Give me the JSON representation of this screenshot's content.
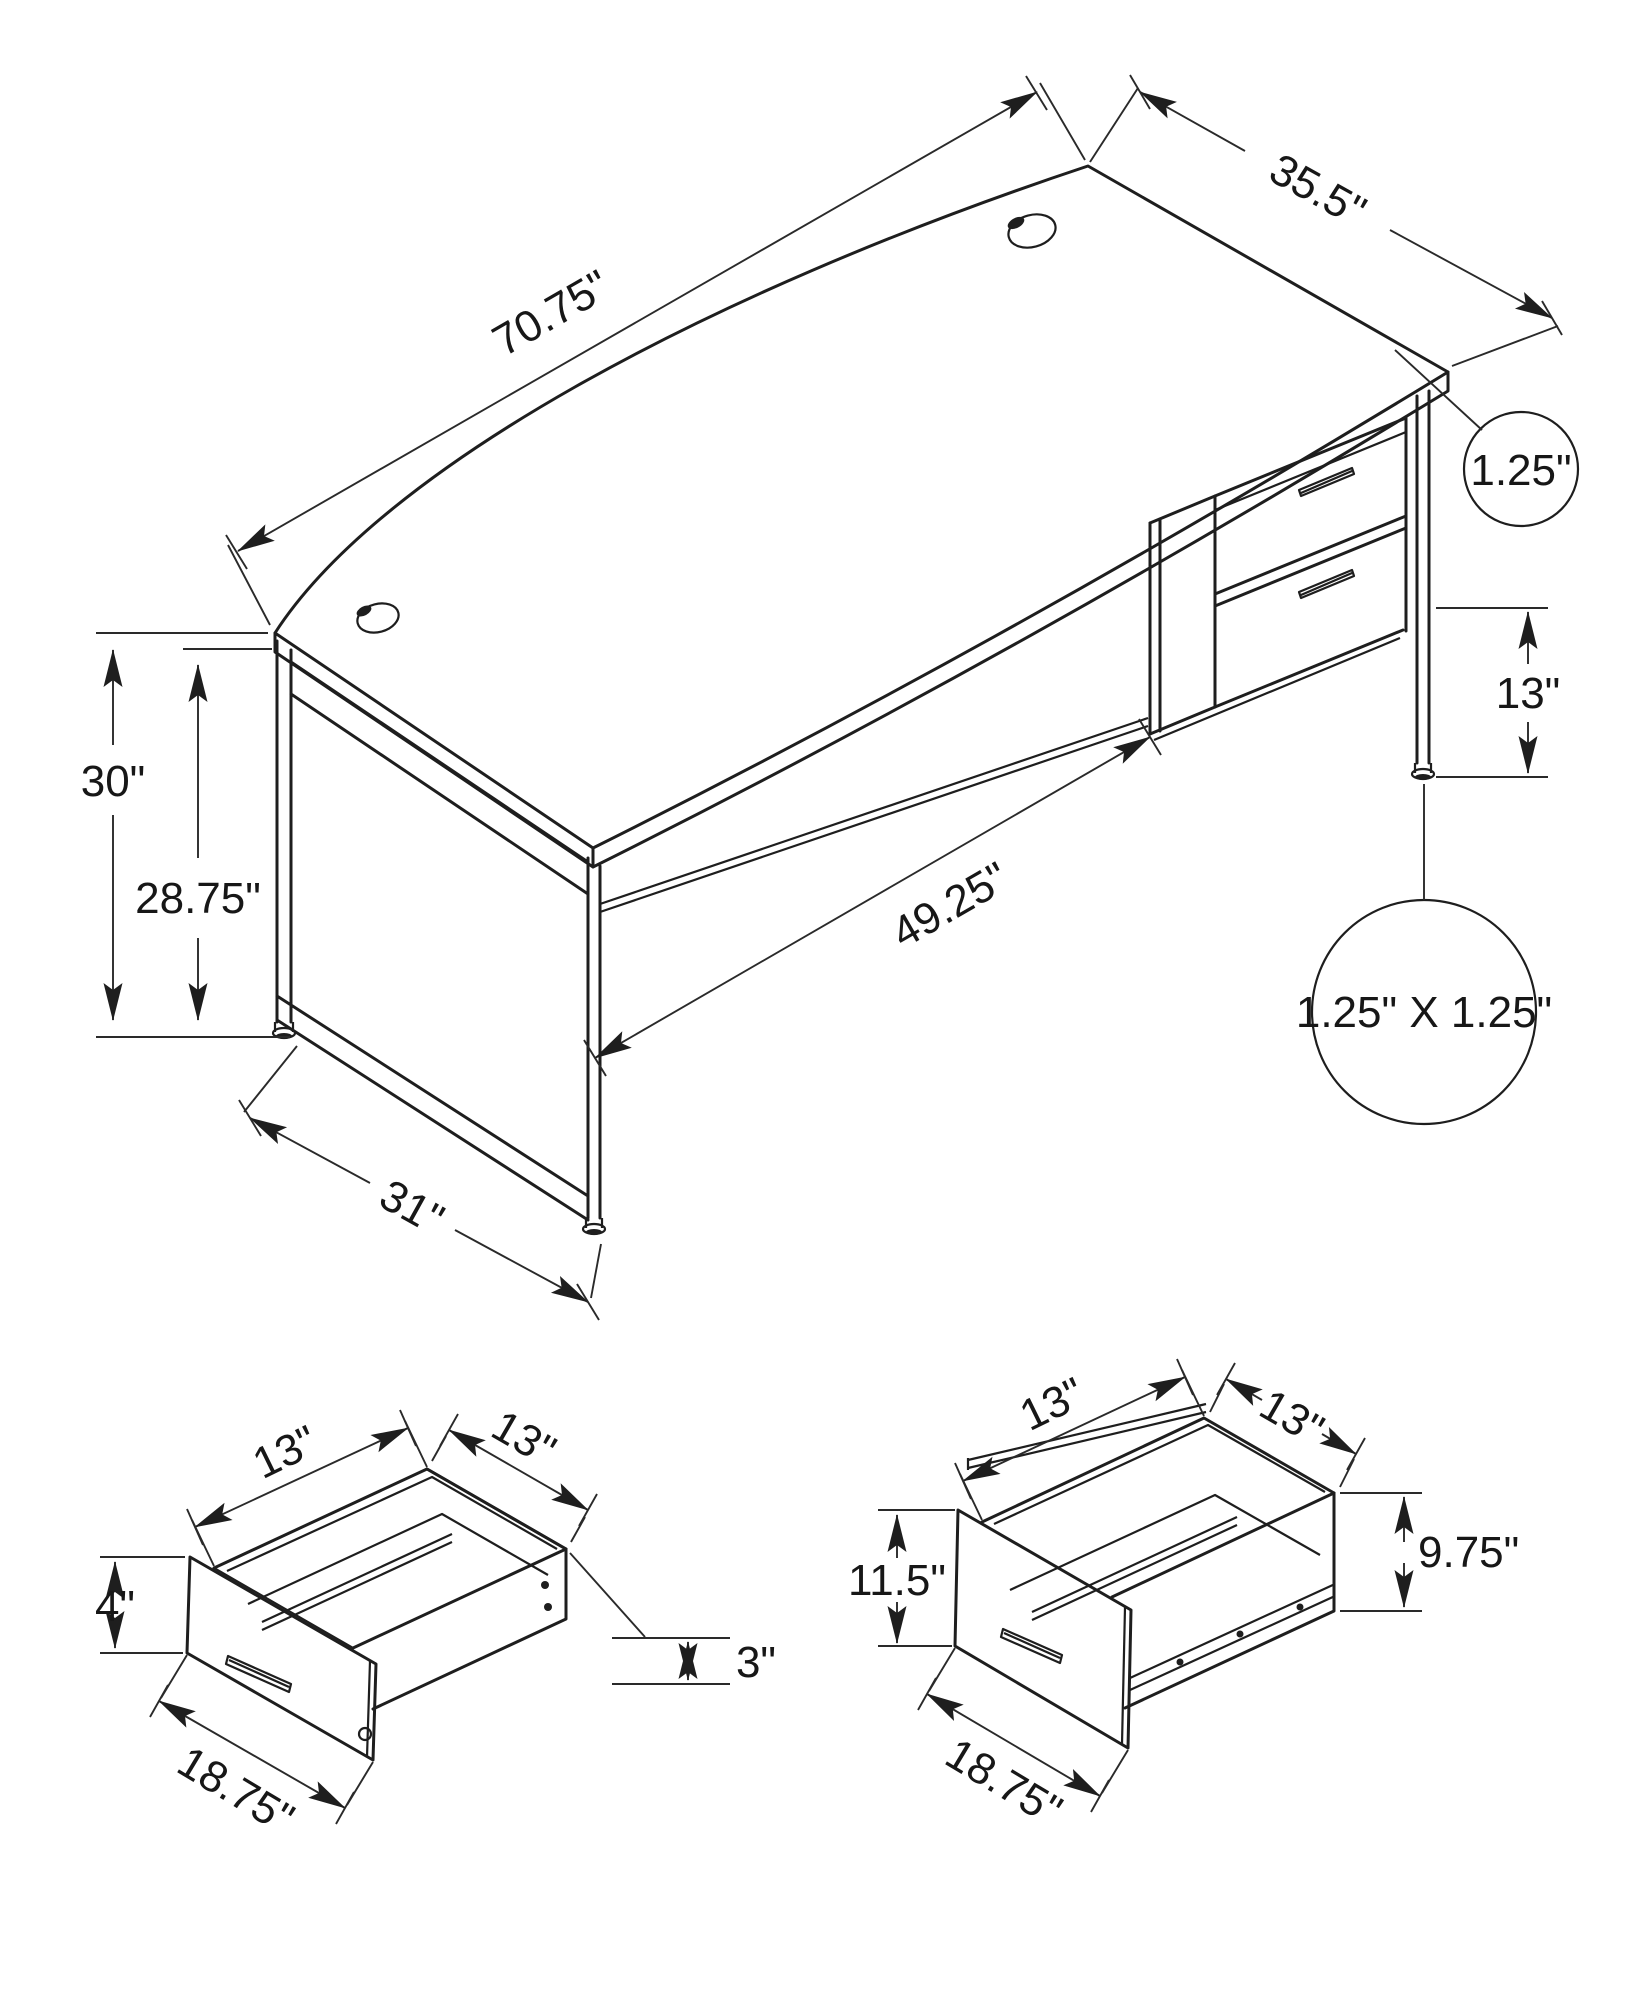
{
  "figure": {
    "background": "#ffffff",
    "line_color": "#1e1e1e"
  },
  "desk": {
    "labels": {
      "width": "70.75\"",
      "depth": "35.5\"",
      "top_thickness": "1.25\"",
      "pedestal_height": "13\"",
      "overall_height": "30\"",
      "clearance_height": "28.75\"",
      "knee_space": "49.25\"",
      "leg_profile": "1.25\" X 1.25\"",
      "side_depth": "31\""
    }
  },
  "small_drawer": {
    "labels": {
      "depth": "13\"",
      "width": "13\"",
      "front_height": "4\"",
      "box_height": "3\"",
      "front_width": "18.75\""
    }
  },
  "large_drawer": {
    "labels": {
      "depth": "13\"",
      "width": "13\"",
      "front_height": "11.5\"",
      "box_height": "9.75\"",
      "front_width": "18.75\""
    }
  }
}
